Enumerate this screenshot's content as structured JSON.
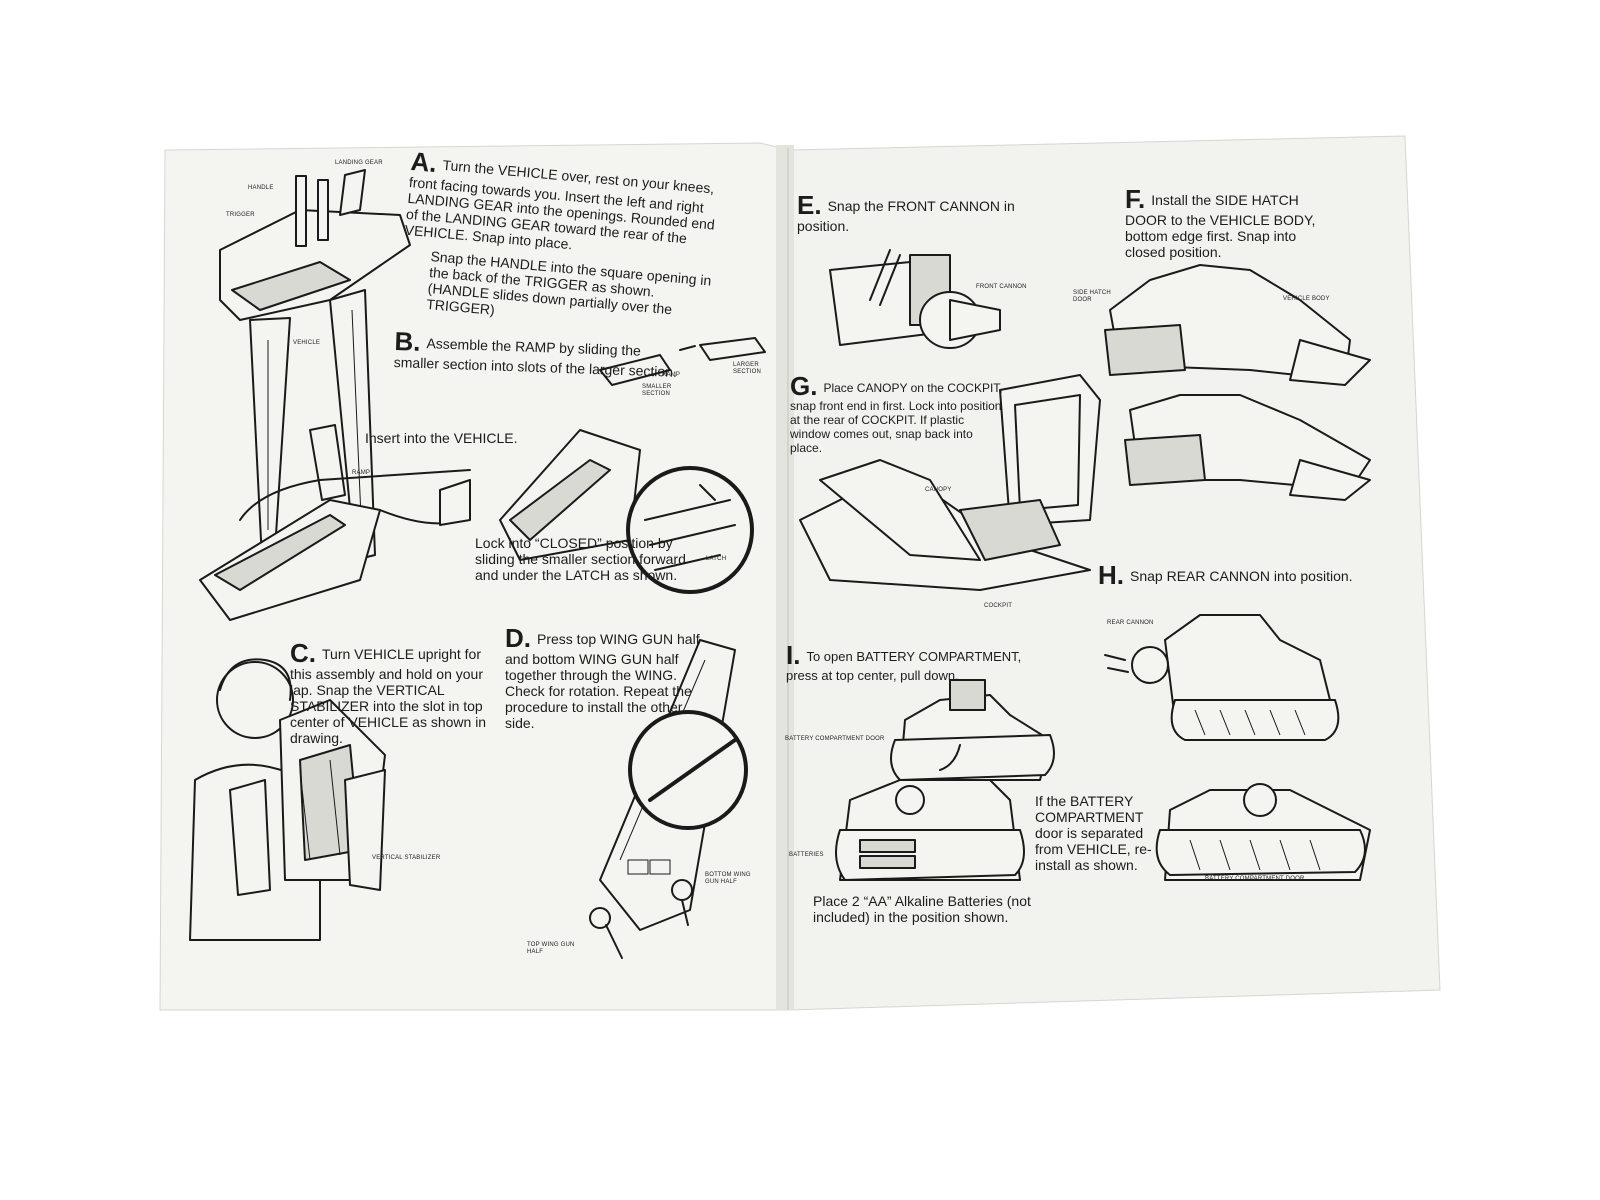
{
  "steps": {
    "a": {
      "letter": "A.",
      "text1": "Turn the VEHICLE over, rest on your knees, front facing towards you. Insert the left and right LANDING GEAR into the openings. Rounded end of the LANDING GEAR toward the rear of the VEHICLE. Snap into place.",
      "text2": "Snap the HANDLE into the square opening in the back of the TRIGGER as shown. (HANDLE slides down partially over the TRIGGER)"
    },
    "b": {
      "letter": "B.",
      "text": "Assemble the RAMP by sliding the smaller section into slots of the larger section.",
      "insert": "Insert into the VEHICLE.",
      "lock": "Lock into “CLOSED” position by sliding the smaller section forward and under the LATCH as shown."
    },
    "c": {
      "letter": "C.",
      "text": "Turn VEHICLE upright for this assembly and hold on your lap. Snap the VERTICAL STABILIZER into the slot in top center of VEHICLE as shown in drawing."
    },
    "d": {
      "letter": "D.",
      "text": "Press top WING GUN half and bottom WING GUN half together through the WING. Check for rotation. Repeat the procedure to install the other side."
    },
    "e": {
      "letter": "E.",
      "text": "Snap the FRONT CANNON in position."
    },
    "f": {
      "letter": "F.",
      "text": "Install the SIDE HATCH DOOR to the VEHICLE BODY, bottom edge first. Snap into closed position."
    },
    "g": {
      "letter": "G.",
      "text": "Place CANOPY on the COCKPIT, snap front end in first. Lock into position at the rear of COCKPIT. If plastic window comes out, snap back into place."
    },
    "h": {
      "letter": "H.",
      "text": "Snap REAR CANNON into position."
    },
    "i": {
      "letter": "I.",
      "text": "To open BATTERY COMPARTMENT, press at top center, pull down.",
      "batteries": "Place 2 “AA” Alkaline Batteries (not included) in the position shown.",
      "reinstall": "If the BATTERY COMPARTMENT door is separated from VEHICLE, re-install as shown."
    }
  },
  "callouts": {
    "landing_gear": "LANDING GEAR",
    "handle": "HANDLE",
    "trigger": "TRIGGER",
    "vehicle": "VEHICLE",
    "ramp_b": "RAMP",
    "larger_section": "LARGER SECTION",
    "smaller_section": "SMALLER SECTION",
    "ramp": "RAMP",
    "latch": "LATCH",
    "vertical_stabilizer": "VERTICAL STABILIZER",
    "bottom_wing_gun": "BOTTOM WING GUN HALF",
    "top_wing_gun": "TOP WING GUN HALF",
    "front_cannon": "FRONT CANNON",
    "side_hatch_door": "SIDE HATCH DOOR",
    "vehicle_body": "VEHICLE BODY",
    "canopy": "CANOPY",
    "cockpit": "COCKPIT",
    "rear_cannon": "REAR CANNON",
    "battery_door_1": "BATTERY COMPARTMENT DOOR",
    "batteries": "BATTERIES",
    "battery_door_2": "BATTERY COMPARTMENT DOOR"
  },
  "colors": {
    "paper": "#f4f4f1",
    "ink": "#1a1a1a",
    "background": "#ffffff"
  }
}
